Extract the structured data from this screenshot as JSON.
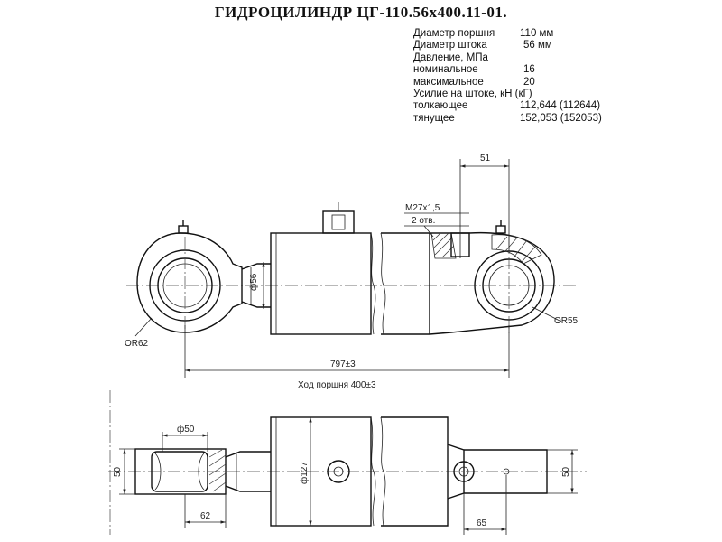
{
  "title": "ГИДРОЦИЛИНДР ЦГ-110.56х400.11-01.",
  "specs": [
    {
      "label": "Диаметр поршня",
      "value": "110 мм"
    },
    {
      "label": "Диаметр штока",
      "value": "56 мм"
    },
    {
      "label": "Давление, МПа",
      "value": ""
    },
    {
      "label": "номинальное",
      "value": "16"
    },
    {
      "label": "максимальное",
      "value": "20"
    },
    {
      "label": "Усилие на штоке, кН (кГ)",
      "value": ""
    },
    {
      "label": "толкающее",
      "value": "112,644 (112644)"
    },
    {
      "label": "тянущее",
      "value": "152,053 (152053)"
    }
  ],
  "dims": {
    "d51": "51",
    "thread": "M27x1,5",
    "holes": "2 отв.",
    "r55": "ОR55",
    "r62": "ОR62",
    "d56": "ф56",
    "len797": "797±3",
    "stroke": "Ход поршня 400±3",
    "d50": "ф50",
    "w50_left": "50",
    "w50_right": "50",
    "d127": "ф127",
    "w62": "62",
    "w65": "65"
  }
}
